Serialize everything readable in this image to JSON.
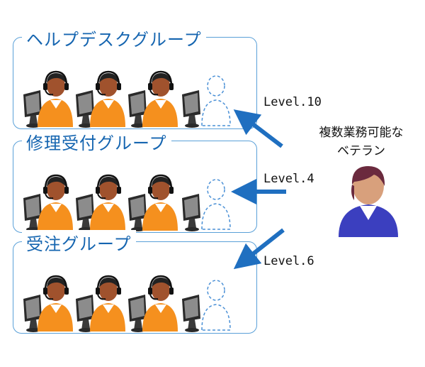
{
  "groups": [
    {
      "title": "ヘルプデスクグループ",
      "level": "Level.10",
      "agents": 3,
      "vacancies": 1
    },
    {
      "title": "修理受付グループ",
      "level": "Level.4",
      "agents": 3,
      "vacancies": 1
    },
    {
      "title": "受注グループ",
      "level": "Level.6",
      "agents": 3,
      "vacancies": 1
    }
  ],
  "veteran": {
    "line1": "複数業務可能な",
    "line2": "ベテラン"
  },
  "colors": {
    "border": "#5aa0d8",
    "title": "#1565b0",
    "arrow": "#1f6fc0",
    "agent_shirt": "#f5901e",
    "veteran_shirt": "#3b3fbf"
  }
}
